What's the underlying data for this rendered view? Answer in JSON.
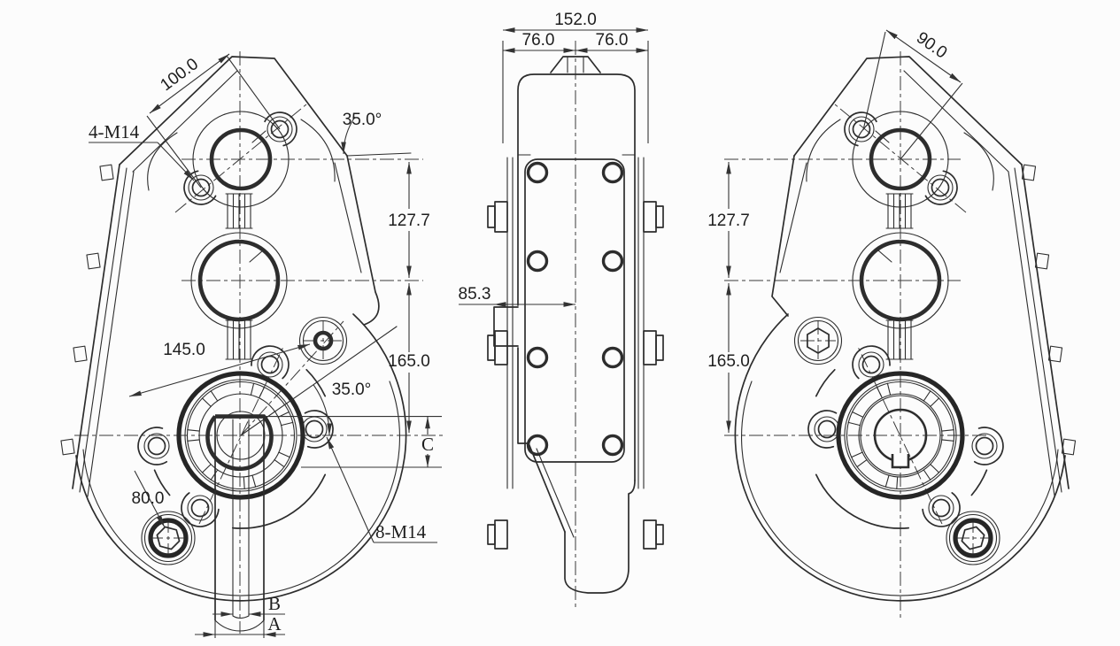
{
  "drawing": {
    "background": "#fcfcfc",
    "line_color": "#2d2d2d",
    "views": {
      "front": {
        "dims": {
          "top_bolt_span": "100.0",
          "top_angle": "35.0°",
          "top_thread_callout": "4-M14",
          "upper_center_distance": "127.7",
          "lower_center_distance": "165.0",
          "flange_span": "145.0",
          "lower_angle": "35.0°",
          "drain_offset": "80.0",
          "bearing_thread_callout": "8-M14",
          "shaft_dia": "B",
          "hub_dia": "A",
          "key_height": "C"
        }
      },
      "side": {
        "dims": {
          "overall_width": "152.0",
          "left_half_width": "76.0",
          "right_half_width": "76.0",
          "face_to_center": "85.3"
        }
      },
      "rear": {
        "dims": {
          "top_bolt_span": "90.0",
          "upper_center_distance": "127.7",
          "lower_center_distance": "165.0"
        }
      }
    }
  }
}
